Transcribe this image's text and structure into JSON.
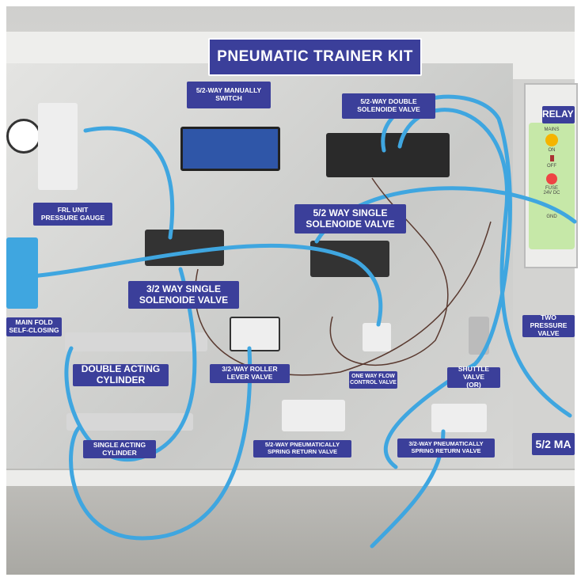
{
  "title": "PNEUMATIC TRAINER KIT",
  "labels": {
    "manual_switch": "5/2-WAY MANUALLY\nSWITCH",
    "double_solenoid": "5/2-WAY DOUBLE\nSOLENOIDE VALVE",
    "relay": "RELAY",
    "frl": "FRL UNIT\nPRESSURE GAUGE",
    "single_solenoid_52": "5/2 WAY SINGLE\nSOLENOIDE VALVE",
    "single_solenoid_32": "3/2 WAY SINGLE\nSOLENOIDE VALVE",
    "manifold": "MAIN FOLD\nSELF-CLOSING",
    "two_pressure": "TWO PRESSURE\nVALVE",
    "double_cyl": "DOUBLE ACTING\nCYLINDER",
    "roller": "3/2-WAY ROLLER\nLEVER VALVE",
    "flow_control": "ONE WAY FLOW\nCONTROL VALVE",
    "shuttle": "SHUTTLE VALVE\n(OR)",
    "single_cyl": "SINGLE ACTING\nCYLINDER",
    "pneu_52": "5/2-WAY PNEUMATICALLY\nSPRING RETURN VALVE",
    "pneu_32": "3/2-WAY PNEUMATICALLY\nSPRING RETURN VALVE",
    "manual_52": "5/2 MA"
  },
  "relay_panel": {
    "mains": "MAINS",
    "on": "ON",
    "off": "OFF",
    "fuse": "FUSE",
    "dc": "24V DC",
    "gnd": "GND"
  },
  "colors": {
    "label": "#3b3f9a",
    "tube": "#3fa6e0"
  }
}
